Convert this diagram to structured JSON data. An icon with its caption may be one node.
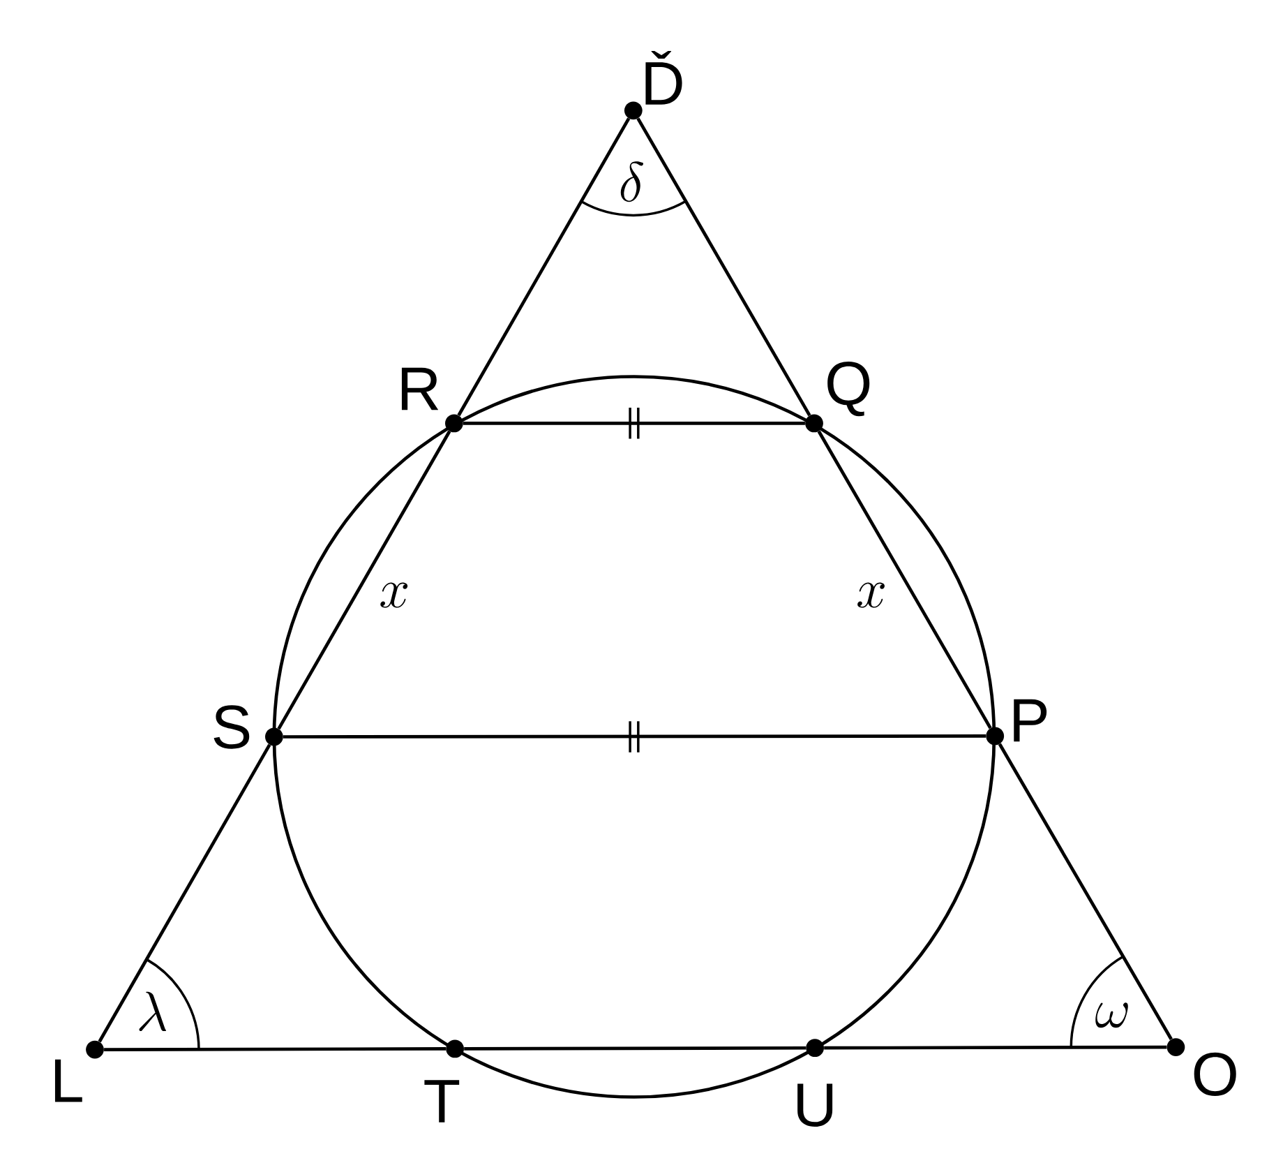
{
  "diagram": {
    "nodes": [
      {
        "text": [
          "Ď"
        ]
      },
      {
        "text": [
          "R"
        ]
      },
      {
        "text": [
          "Q"
        ]
      },
      {
        "text": [
          "S"
        ]
      },
      {
        "text": [
          "P"
        ]
      },
      {
        "text": [
          "L"
        ]
      },
      {
        "text": [
          "T"
        ]
      },
      {
        "text": [
          "U"
        ]
      },
      {
        "text": [
          "O"
        ]
      }
    ],
    "edges": [
      {
        "from": 0,
        "to": 1,
        "arrow": "none"
      },
      {
        "from": 1,
        "to": 3,
        "arrow": "none"
      },
      {
        "from": 3,
        "to": 5,
        "arrow": "none"
      },
      {
        "from": 0,
        "to": 2,
        "arrow": "none"
      },
      {
        "from": 2,
        "to": 4,
        "arrow": "none"
      },
      {
        "from": 4,
        "to": 8,
        "arrow": "none"
      },
      {
        "from": 1,
        "to": 2,
        "arrow": "none"
      },
      {
        "from": 3,
        "to": 4,
        "arrow": "none"
      },
      {
        "from": 5,
        "to": 6,
        "arrow": "none"
      },
      {
        "from": 6,
        "to": 7,
        "arrow": "none"
      },
      {
        "from": 7,
        "to": 8,
        "arrow": "none"
      }
    ],
    "labels": [
      "\\delta",
      "x",
      "x",
      "\\lambda",
      "\\omega"
    ]
  }
}
